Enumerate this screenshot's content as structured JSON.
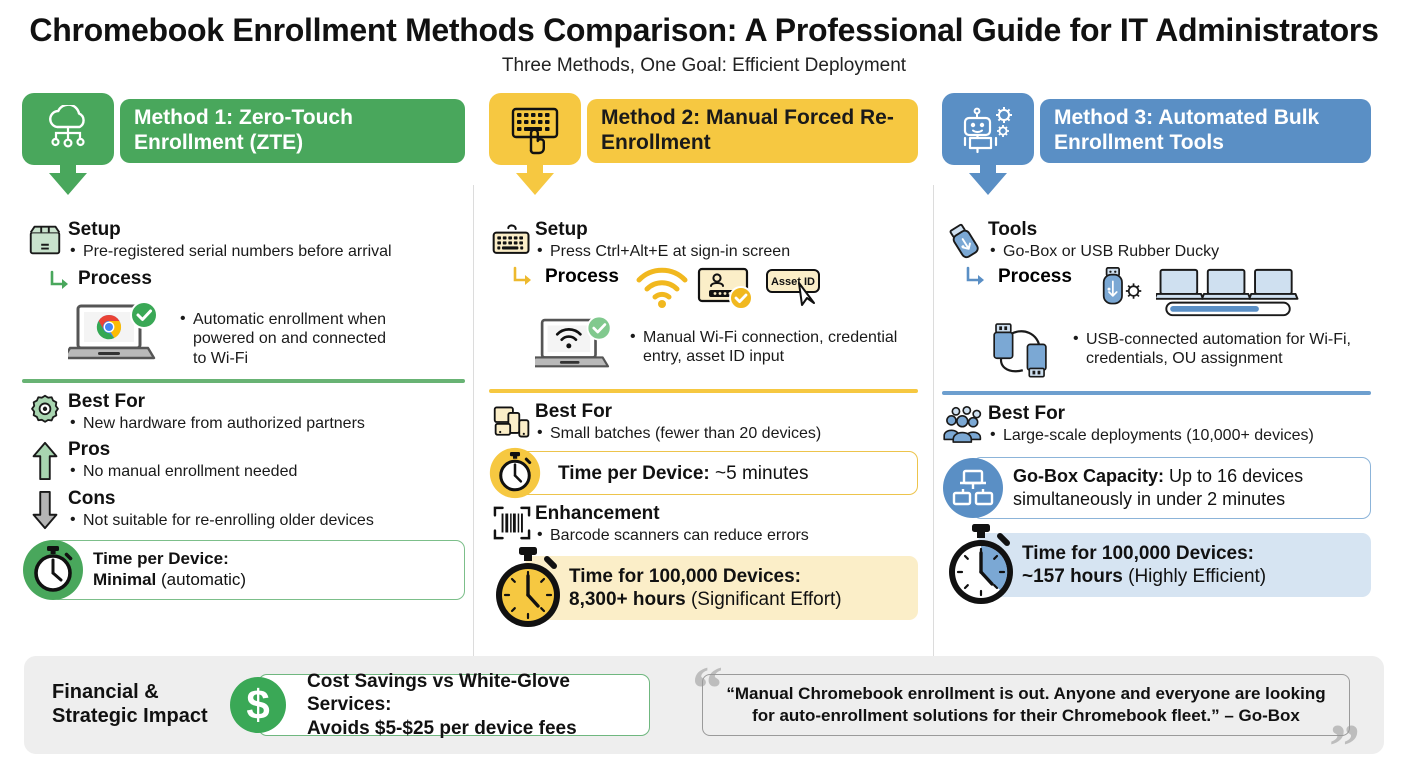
{
  "header": {
    "title": "Chromebook Enrollment Methods Comparison: A Professional Guide for IT Administrators",
    "subtitle": "Three Methods, One Goal: Efficient Deployment"
  },
  "colors": {
    "green": "#49a75c",
    "yellow": "#f6c841",
    "blue": "#5a8fc5",
    "green_light": "#a8d5b0",
    "yellow_light": "#fbeec8",
    "blue_light": "#d6e4f2",
    "footer_bg": "#eeeeee",
    "divider": "#dcdcdc"
  },
  "columns": [
    {
      "id": "method-1",
      "accent": "green",
      "badge_icon": "cloud-network-icon",
      "title": "Method 1: Zero-Touch Enrollment (ZTE)",
      "sections": [
        {
          "id": "setup",
          "icon": "package-box-icon",
          "heading": "Setup",
          "bullets": [
            "Pre-registered serial numbers before arrival"
          ]
        },
        {
          "id": "process",
          "icon": "arrow-elbow-icon",
          "heading": "Process",
          "visual_icons": [
            "laptop-chrome-check-icon"
          ],
          "bullets": [
            "Automatic enrollment when powered on and connected to Wi-Fi"
          ]
        },
        {
          "id": "best-for",
          "icon": "gear-icon",
          "heading": "Best For",
          "bullets": [
            "New hardware from authorized partners"
          ]
        },
        {
          "id": "pros",
          "icon": "arrow-up-icon",
          "heading": "Pros",
          "bullets": [
            "No manual enrollment needed"
          ]
        },
        {
          "id": "cons",
          "icon": "arrow-down-icon",
          "heading": "Cons",
          "bullets": [
            "Not suitable for re-enrolling older devices"
          ]
        }
      ],
      "highlights": [
        {
          "id": "time-per-device",
          "icon": "stopwatch-green-icon",
          "style": "outline-green",
          "label": "Time per Device:",
          "value": "Minimal",
          "suffix": " (automatic)"
        }
      ]
    },
    {
      "id": "method-2",
      "accent": "yellow",
      "badge_icon": "keyboard-hand-icon",
      "title": "Method 2: Manual Forced Re-Enrollment",
      "sections": [
        {
          "id": "setup",
          "icon": "keyboard-icon",
          "heading": "Setup",
          "bullets": [
            "Press Ctrl+Alt+E at sign-in screen"
          ]
        },
        {
          "id": "process",
          "icon": "arrow-elbow-icon",
          "heading": "Process",
          "visual_icons": [
            "laptop-wifi-check-icon",
            "wifi-icon",
            "credential-card-check-icon",
            "asset-id-cursor-icon"
          ],
          "asset_tag_label": "Asset ID",
          "bullets": [
            "Manual Wi-Fi connection, credential entry, asset ID input"
          ]
        },
        {
          "id": "best-for",
          "icon": "devices-icon",
          "heading": "Best For",
          "bullets": [
            "Small batches (fewer than 20 devices)"
          ]
        },
        {
          "id": "enhancement",
          "icon": "barcode-icon",
          "heading": "Enhancement",
          "bullets": [
            "Barcode scanners can reduce errors"
          ]
        }
      ],
      "highlights": [
        {
          "id": "time-per-device",
          "icon": "stopwatch-yellow-icon",
          "style": "outline-yellow",
          "label": "Time per Device:",
          "value": " ~5 minutes",
          "suffix": ""
        },
        {
          "id": "time-100k",
          "icon": "stopwatch-large-yellow-icon",
          "style": "fill-yellow",
          "label": "Time for 100,000 Devices:",
          "value": "8,300+ hours",
          "suffix": " (Significant Effort)"
        }
      ]
    },
    {
      "id": "method-3",
      "accent": "blue",
      "badge_icon": "robot-gears-icon",
      "title": "Method 3: Automated Bulk Enrollment Tools",
      "sections": [
        {
          "id": "tools",
          "icon": "usb-drive-icon",
          "heading": "Tools",
          "bullets": [
            "Go-Box or USB Rubber Ducky"
          ]
        },
        {
          "id": "process",
          "icon": "arrow-elbow-icon",
          "heading": "Process",
          "visual_icons": [
            "usb-cable-icon",
            "usb-gear-icon",
            "laptops-progress-icon"
          ],
          "bullets": [
            "USB-connected automation for Wi-Fi, credentials, OU assignment"
          ]
        },
        {
          "id": "best-for",
          "icon": "people-group-icon",
          "heading": "Best For",
          "bullets": [
            "Large-scale deployments (10,000+ devices)"
          ]
        }
      ],
      "highlights": [
        {
          "id": "go-box-capacity",
          "icon": "devices-network-blue-icon",
          "style": "outline-blue",
          "label": "Go-Box Capacity:",
          "value": " Up to 16 devices simultaneously in under 2 minutes",
          "suffix": ""
        },
        {
          "id": "time-100k",
          "icon": "stopwatch-large-blue-icon",
          "style": "fill-blue",
          "label": "Time for 100,000 Devices:",
          "value": "~157 hours",
          "suffix": " (Highly Efficient)"
        }
      ]
    }
  ],
  "footer": {
    "impact_label": "Financial & Strategic Impact",
    "cost_icon": "dollar-circle-icon",
    "cost_symbol": "$",
    "cost_title": "Cost Savings vs White-Glove Services:",
    "cost_detail": "Avoids $5-$25 per device fees",
    "quote_open": "“",
    "quote_close": "”",
    "quote_line1": "“Manual Chromebook enrollment is out. Anyone and everyone are looking",
    "quote_line2": "for auto-enrollment solutions for their Chromebook fleet.” – Go-Box"
  }
}
